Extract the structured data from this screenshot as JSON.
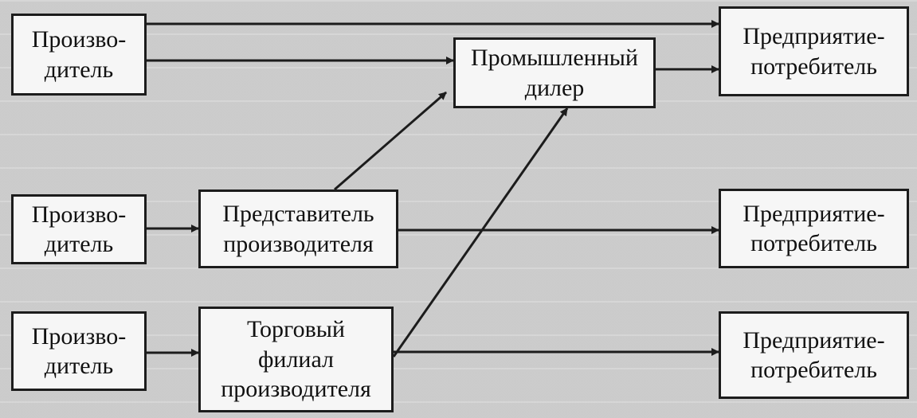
{
  "boxes": {
    "producer_1": "Произво-\nдитель",
    "producer_2": "Произво-\nдитель",
    "producer_3": "Произво-\nдитель",
    "industrial_dealer": "Промышленный\nдилер",
    "manufacturer_rep": "Представитель\nпроизводителя",
    "sales_branch": "Торговый\nфилиал\nпроизводителя",
    "consumer_1": "Предприятие-\nпотребитель",
    "consumer_2": "Предприятие-\nпотребитель",
    "consumer_3": "Предприятие-\nпотребитель"
  },
  "colors": {
    "line": "#1c1c1c",
    "box_fill": "#f6f6f6",
    "background": "#d2d2d2"
  }
}
